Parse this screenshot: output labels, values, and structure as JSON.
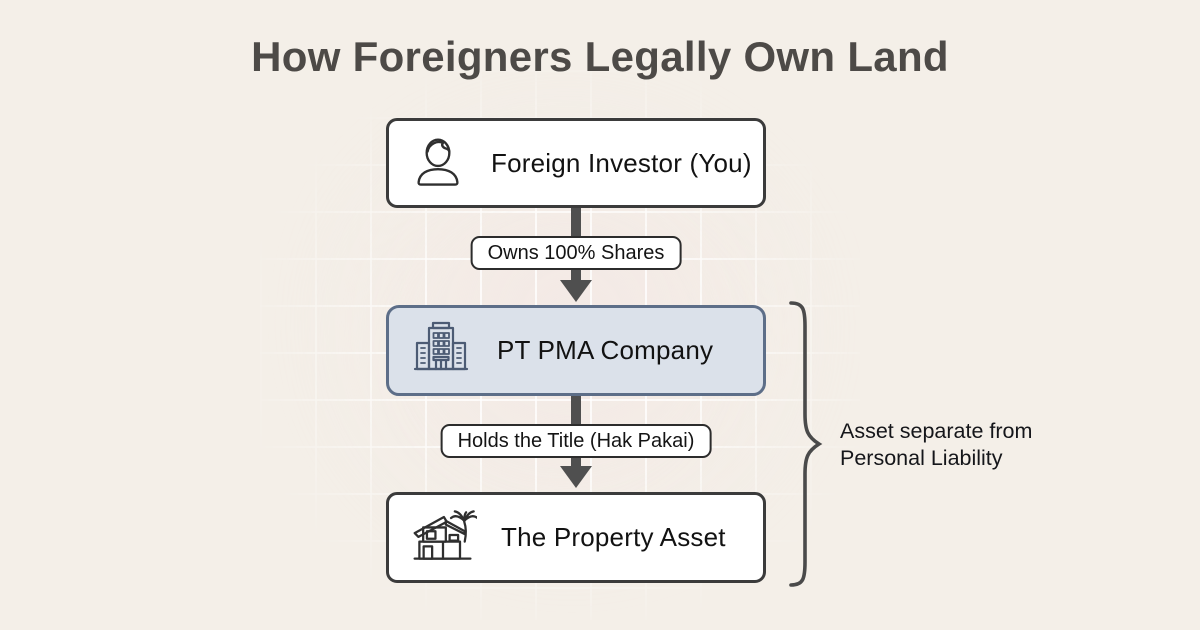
{
  "page": {
    "title": "How Foreigners Legally Own Land"
  },
  "diagram": {
    "nodes": [
      {
        "id": "investor",
        "label": "Foreign Investor (You)",
        "icon": "person-icon",
        "variant": "white"
      },
      {
        "id": "ptpma",
        "label": "PT PMA Company",
        "icon": "office-building-icon",
        "variant": "highlight"
      },
      {
        "id": "property",
        "label": "The Property Asset",
        "icon": "villa-palm-icon",
        "variant": "white"
      }
    ],
    "edges": [
      {
        "from": "investor",
        "to": "ptpma",
        "label": "Owns 100% Shares"
      },
      {
        "from": "ptpma",
        "to": "property",
        "label": "Holds the Title (Hak Pakai)"
      }
    ],
    "annotation": {
      "lines": [
        "Asset separate from",
        "Personal Liability"
      ],
      "brace_spans": "ptpma-to-property"
    },
    "colors": {
      "background": "#f4efe8",
      "box_fill": "#ffffff",
      "box_border": "#3b3b3b",
      "highlight_fill": "#dbe1ea",
      "highlight_border": "#5d6e88",
      "arrow": "#4f4f4f",
      "title_text": "#4d4a47",
      "body_text": "#141414",
      "brace": "#4a4a4a",
      "building_icon_stroke": "#4c5b74",
      "line_icon_stroke": "#2f2f2f"
    }
  }
}
